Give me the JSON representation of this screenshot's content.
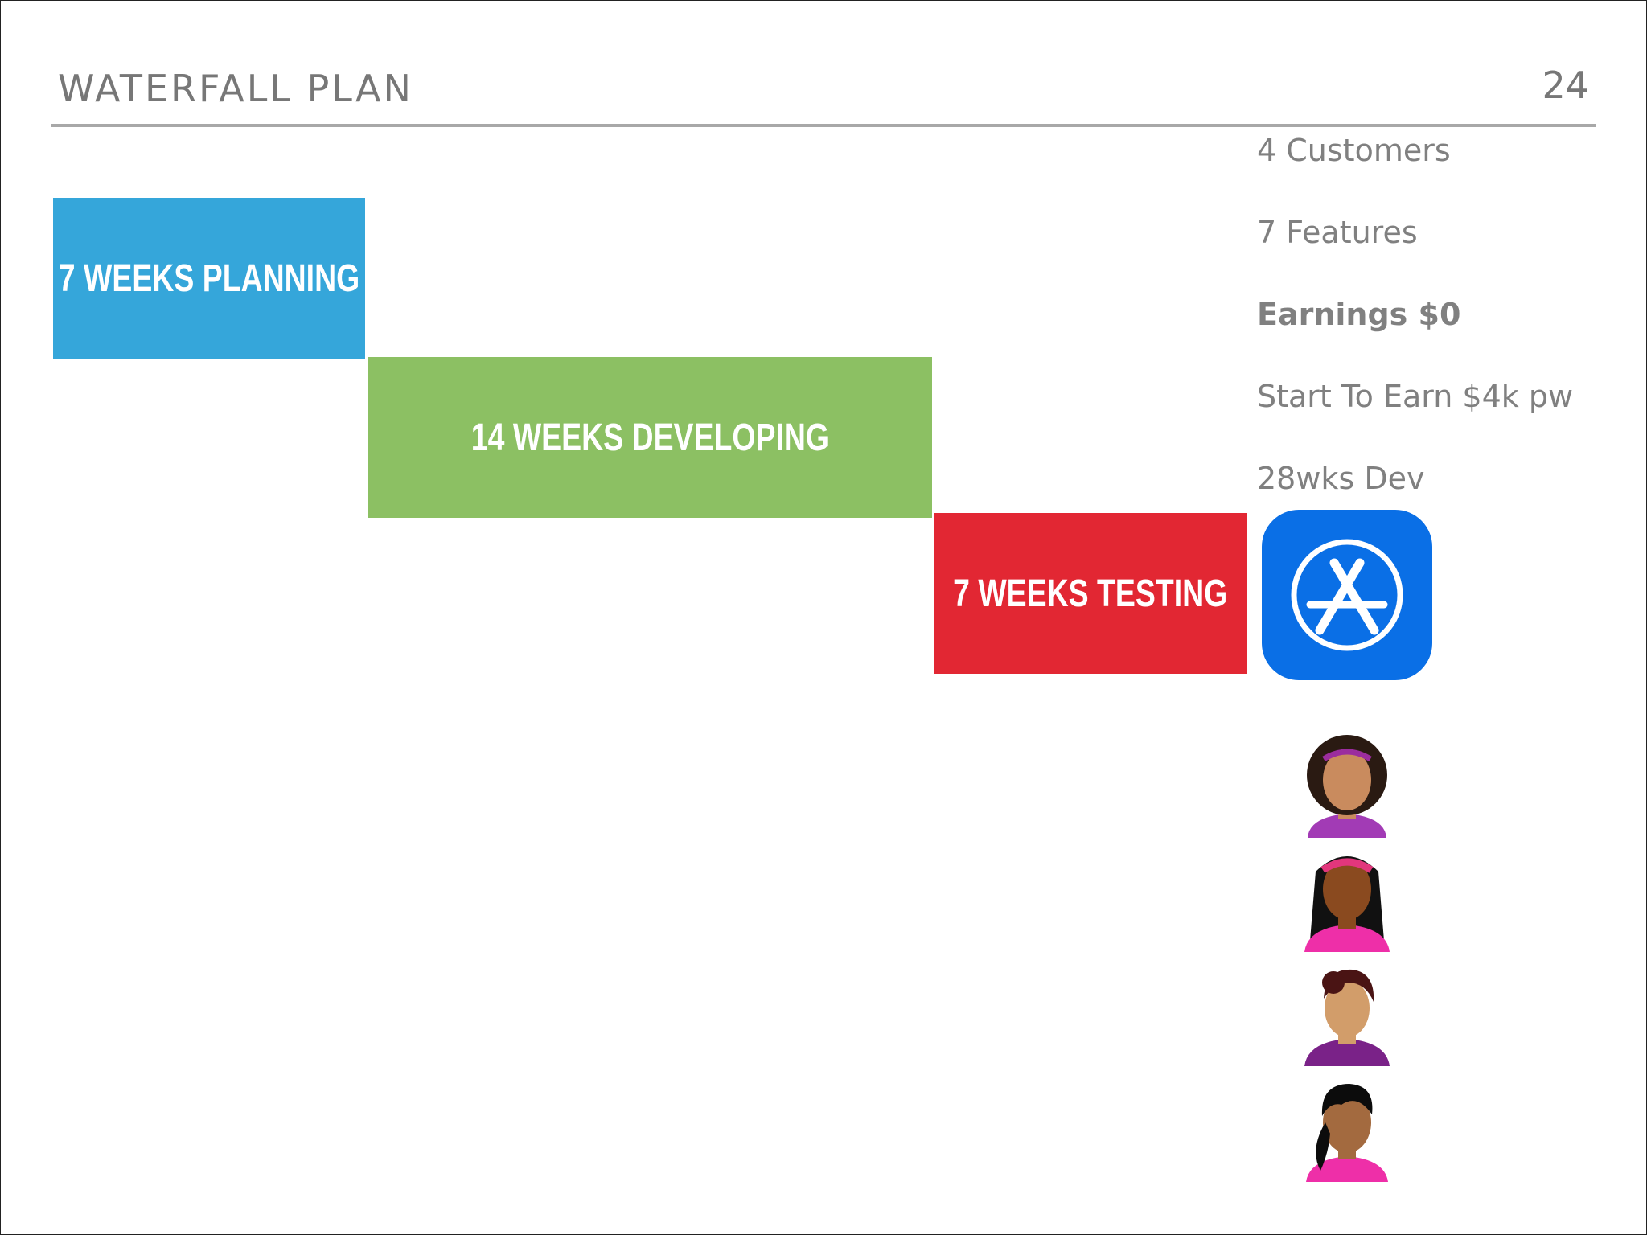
{
  "slide": {
    "title": "WATERFALL PLAN",
    "page_number": "24"
  },
  "phases": [
    {
      "label": "7 WEEKS PLANNING",
      "color": "#35a6da"
    },
    {
      "label": "14 WEEKS DEVELOPING",
      "color": "#8cc063"
    },
    {
      "label": "7 WEEKS TESTING",
      "color": "#e22733"
    }
  ],
  "stats": [
    {
      "text": "4 Customers",
      "bold": false
    },
    {
      "text": "7 Features",
      "bold": false
    },
    {
      "text": "Earnings $0",
      "bold": true
    },
    {
      "text": "Start To Earn $4k pw",
      "bold": false
    },
    {
      "text": "28wks Dev",
      "bold": false
    }
  ],
  "icons": {
    "app_store": {
      "icon": "app-store-icon",
      "color": "#0a6fe6"
    },
    "customers": [
      {
        "icon": "customer-avatar-icon",
        "hair": "#2a1a12",
        "skin": "#c98b5e",
        "shirt": "#a23bb5",
        "band": "#9b2d9e"
      },
      {
        "icon": "customer-avatar-icon",
        "hair": "#111111",
        "skin": "#8a4a1f",
        "shirt": "#ee2fa8",
        "band": "#e2367c"
      },
      {
        "icon": "customer-avatar-icon",
        "hair": "#4a1414",
        "skin": "#d29d6a",
        "shirt": "#7a2288",
        "band": ""
      },
      {
        "icon": "customer-avatar-icon",
        "hair": "#0c0c0c",
        "skin": "#a36a3f",
        "shirt": "#ee2fa8",
        "band": ""
      }
    ]
  }
}
